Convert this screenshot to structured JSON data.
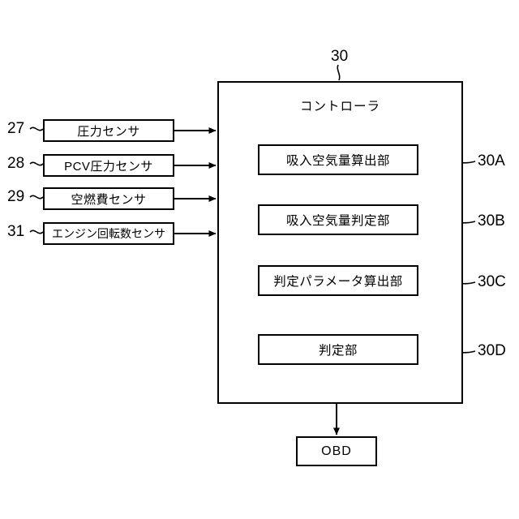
{
  "figure": {
    "kind": "patent-block-diagram",
    "background_color": "#ffffff",
    "line_color": "#000000"
  },
  "controller": {
    "ref": "30",
    "title": "コントローラ",
    "units": [
      {
        "label": "吸入空気量算出部",
        "ref": "30A"
      },
      {
        "label": "吸入空気量判定部",
        "ref": "30B"
      },
      {
        "label": "判定パラメータ算出部",
        "ref": "30C"
      },
      {
        "label": "判定部",
        "ref": "30D"
      }
    ]
  },
  "sensors": [
    {
      "ref": "27",
      "label": "圧力センサ"
    },
    {
      "ref": "28",
      "label": "PCV圧力センサ"
    },
    {
      "ref": "29",
      "label": "空燃費センサ"
    },
    {
      "ref": "31",
      "label": "エンジン回転数センサ"
    }
  ],
  "output": {
    "label": "OBD"
  }
}
